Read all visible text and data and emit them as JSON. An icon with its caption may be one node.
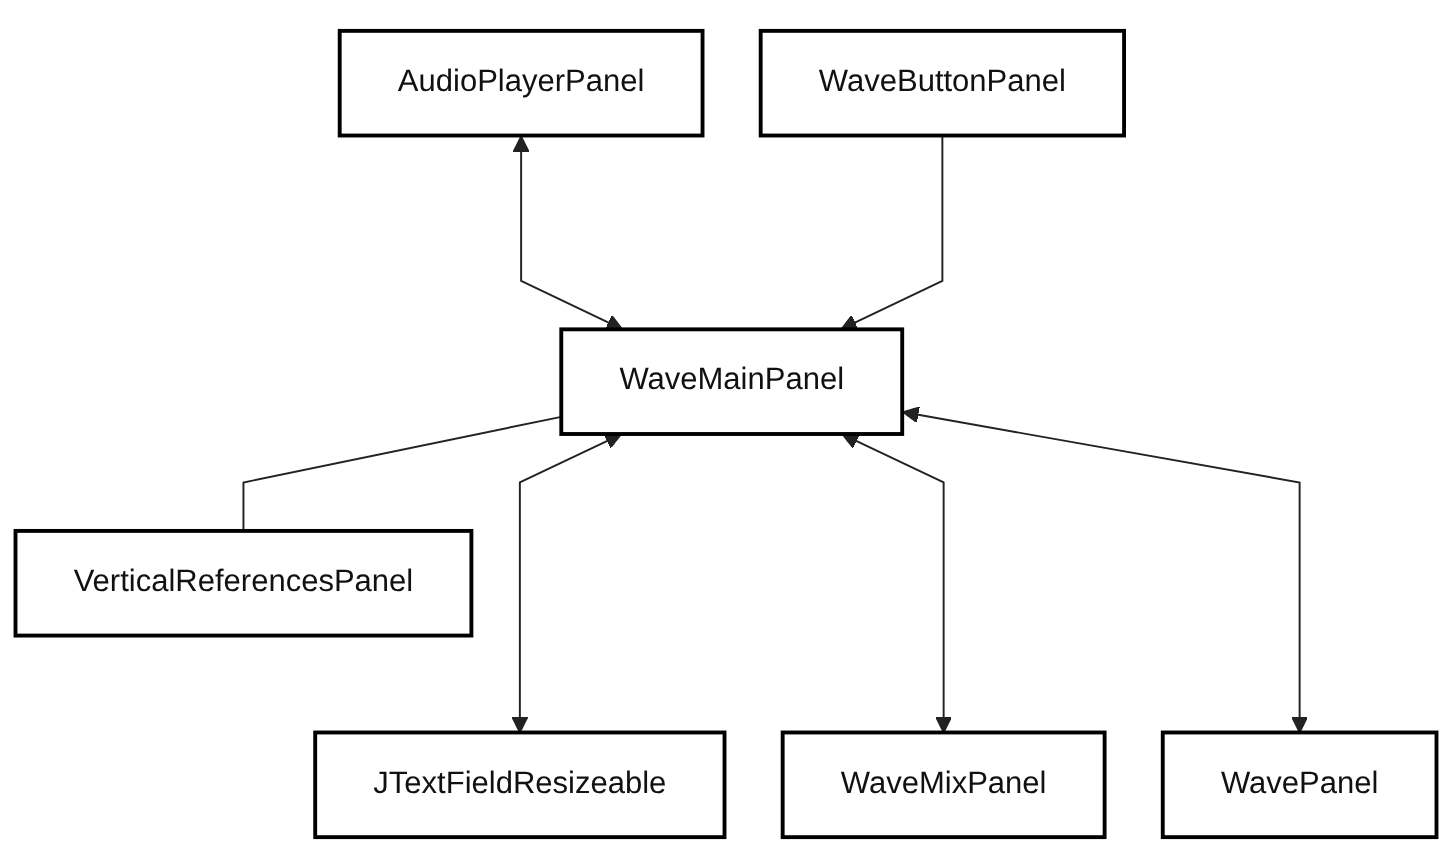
{
  "diagram": {
    "nodes": [
      {
        "text": [
          "AudioPlayerPanel"
        ]
      },
      {
        "text": [
          "WaveMainPanel"
        ]
      },
      {
        "text": [
          "JTextFieldResizeable"
        ]
      },
      {
        "text": [
          "WaveButtonPanel"
        ]
      },
      {
        "text": [
          "WavePanel"
        ]
      },
      {
        "text": [
          "WaveMixPanel"
        ]
      },
      {
        "text": [
          "VerticalReferencesPanel"
        ]
      }
    ],
    "edges": [
      {
        "from": 0,
        "to": 1,
        "arrow": "both"
      },
      {
        "from": 1,
        "to": 2,
        "arrow": "both"
      },
      {
        "from": 1,
        "to": 5,
        "arrow": "both"
      },
      {
        "from": 3,
        "to": 1,
        "arrow": "to"
      },
      {
        "from": 1,
        "to": 6,
        "arrow": "none"
      },
      {
        "from": 1,
        "to": 4,
        "arrow": "both"
      }
    ]
  }
}
